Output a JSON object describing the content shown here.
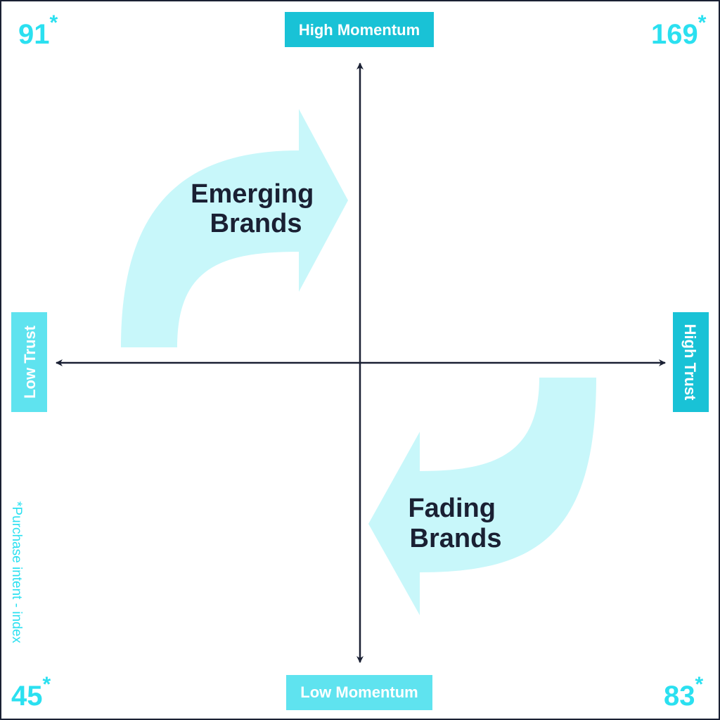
{
  "colors": {
    "accent": "#19c2d6",
    "accent_light": "#5fe3ef",
    "arrow_fill": "#c8f7fa",
    "axis": "#1a2033",
    "text_dark": "#1a2033",
    "index_text": "#2be0f0",
    "label_text": "#ffffff"
  },
  "axes": {
    "top_label": "High Momentum",
    "bottom_label": "Low Momentum",
    "left_label": "Low Trust",
    "right_label": "High Trust"
  },
  "quadrant_index": {
    "top_left": "91",
    "top_right": "169",
    "bottom_left": "45",
    "bottom_right": "83",
    "marker": "*"
  },
  "arrows": {
    "emerging": {
      "line1": "Emerging",
      "line2": "Brands"
    },
    "fading": {
      "line1": "Fading",
      "line2": "Brands"
    }
  },
  "footnote": "*Purchase intent - index"
}
